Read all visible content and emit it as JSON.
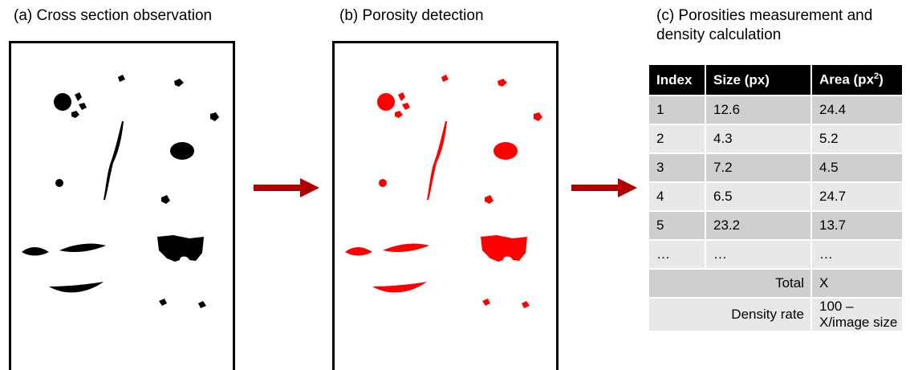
{
  "panels": {
    "a": {
      "title": "(a) Cross section observation",
      "pore_color": "#000000"
    },
    "b": {
      "title": "(b) Porosity detection",
      "pore_color": "#ff0000"
    },
    "c": {
      "title": "(c) Porosities measurement and density calculation"
    }
  },
  "arrow_color": "#b00000",
  "table": {
    "headers": {
      "index": "Index",
      "size": "Size (px)",
      "area": "Area (px",
      "area_sup": "2",
      "area_close": ")"
    },
    "rows": [
      {
        "index": "1",
        "size": "12.6",
        "area": "24.4"
      },
      {
        "index": "2",
        "size": "4.3",
        "area": "5.2"
      },
      {
        "index": "3",
        "size": "7.2",
        "area": "4.5"
      },
      {
        "index": "4",
        "size": "6.5",
        "area": "24.7"
      },
      {
        "index": "5",
        "size": "23.2",
        "area": "13.7"
      },
      {
        "index": "…",
        "size": "…",
        "area": "…"
      }
    ],
    "total": {
      "label": "Total",
      "value": "X"
    },
    "density": {
      "label": "Density rate",
      "value": "100 – X/image size"
    }
  }
}
